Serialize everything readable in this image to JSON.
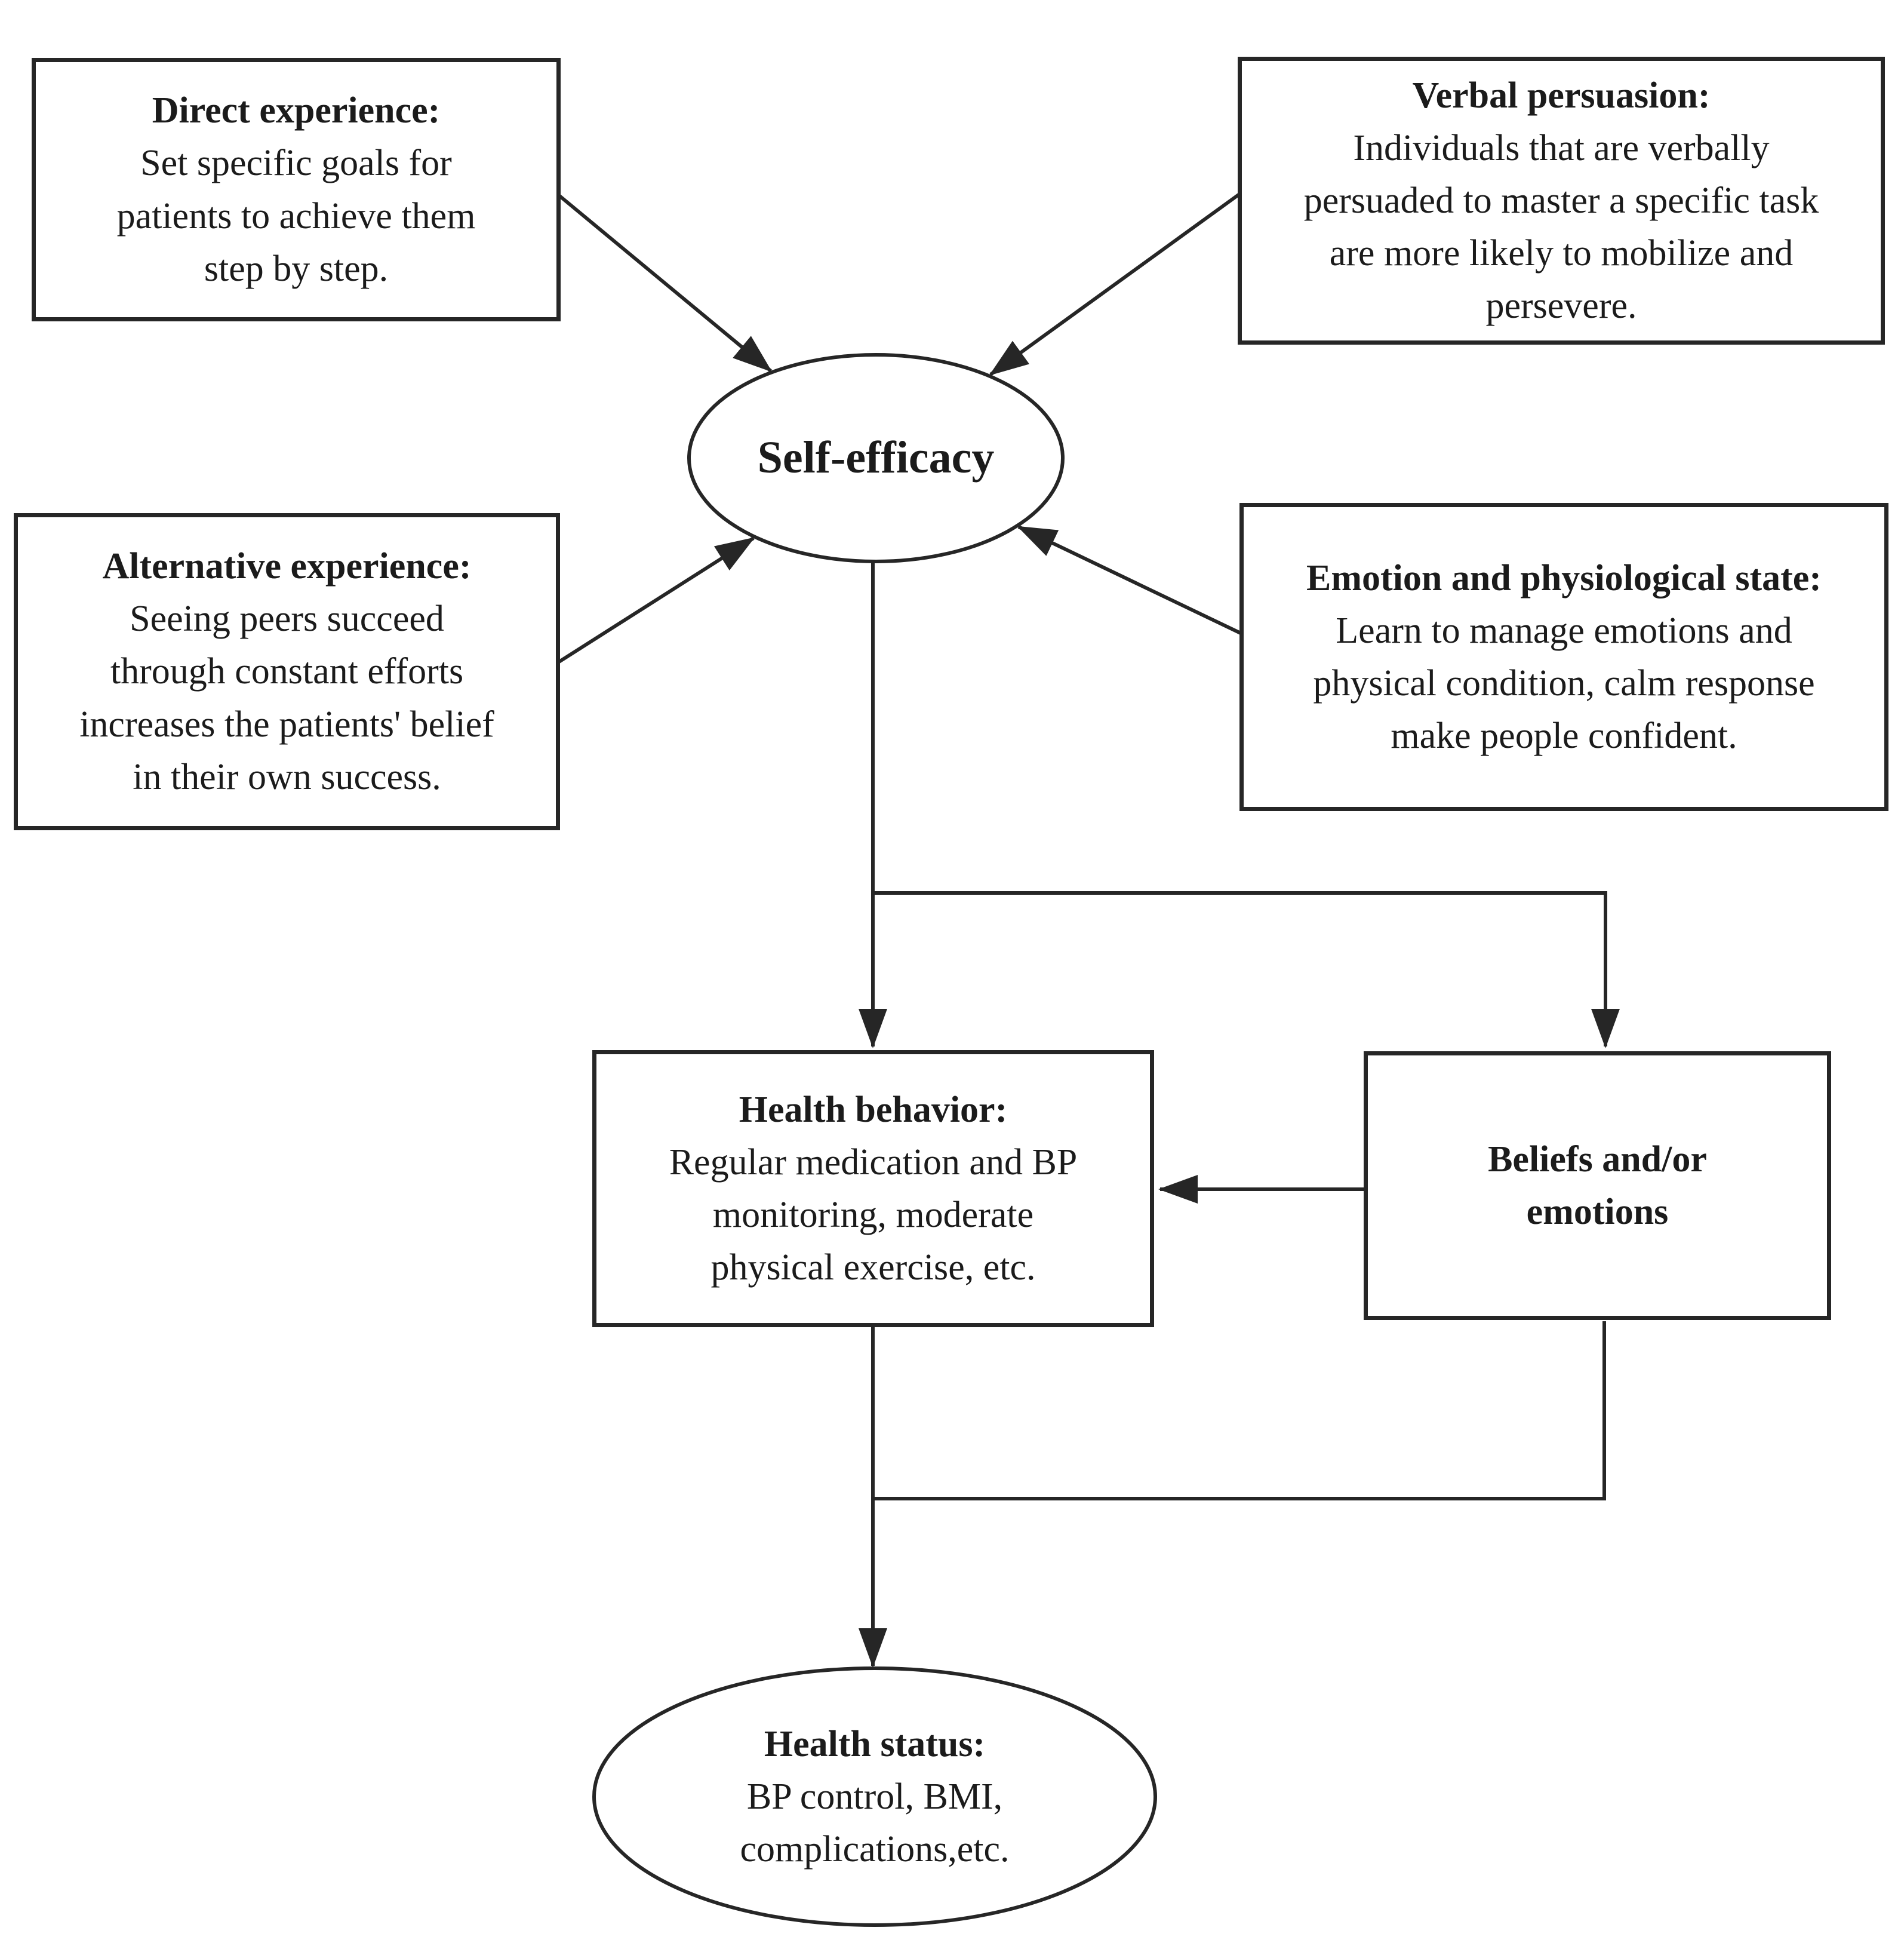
{
  "figure": {
    "type": "flowchart",
    "description": "Self-efficacy theory model applied to hypertension health behavior"
  },
  "colors": {
    "line": "#262626",
    "box_border": "#262626",
    "text": "#1b1b1b",
    "background": "#ffffff"
  },
  "nodes": {
    "direct_experience": {
      "shape": "rect",
      "title": "Direct experience:",
      "body": "Set specific goals for\npatients to achieve them\nstep by step."
    },
    "verbal_persuasion": {
      "shape": "rect",
      "title": "Verbal persuasion:",
      "body": "Individuals that are verbally\npersuaded to master a specific task\nare more likely to mobilize and\npersevere."
    },
    "alternative_experience": {
      "shape": "rect",
      "title": "Alternative experience:",
      "body": "Seeing peers succeed\nthrough constant efforts\nincreases  the patients' belief\nin their own success."
    },
    "emotion_physiological_state": {
      "shape": "rect",
      "title": "Emotion and physiological state:",
      "body": "Learn to manage emotions and\nphysical condition, calm response\nmake people confident."
    },
    "self_efficacy": {
      "shape": "ellipse",
      "title": "Self-efficacy"
    },
    "health_behavior": {
      "shape": "rect",
      "title": "Health behavior:",
      "body": "Regular medication and BP\nmonitoring, moderate\nphysical exercise, etc."
    },
    "beliefs_emotions": {
      "shape": "rect",
      "title": "Beliefs and/or\nemotions"
    },
    "health_status": {
      "shape": "ellipse",
      "title": "Health status:",
      "body": "BP control, BMI,\ncomplications,etc."
    }
  },
  "edges": [
    {
      "from": "direct_experience",
      "to": "self_efficacy",
      "arrow": true
    },
    {
      "from": "verbal_persuasion",
      "to": "self_efficacy",
      "arrow": true
    },
    {
      "from": "alternative_experience",
      "to": "self_efficacy",
      "arrow": true
    },
    {
      "from": "emotion_physiological_state",
      "to": "self_efficacy",
      "arrow": true
    },
    {
      "from": "self_efficacy",
      "to": "health_behavior",
      "arrow": true
    },
    {
      "from": "self_efficacy",
      "to": "beliefs_emotions",
      "arrow": true
    },
    {
      "from": "beliefs_emotions",
      "to": "health_behavior",
      "arrow": true
    },
    {
      "from": "health_behavior",
      "to": "health_status",
      "arrow": true
    },
    {
      "from": "beliefs_emotions",
      "to": "health_status",
      "arrow": false
    }
  ]
}
